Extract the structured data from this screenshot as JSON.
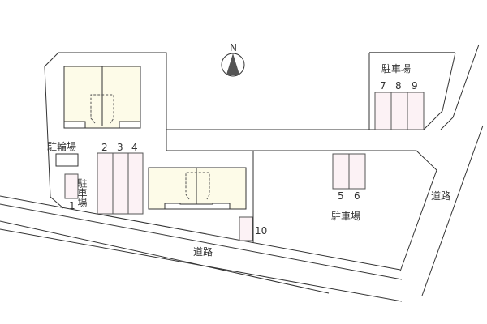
{
  "compass": {
    "label": "N"
  },
  "labels": {
    "bicycle_parking": "駐輪場",
    "parking_left": "駐車場",
    "parking_north": "駐車場",
    "parking_right": "駐車場",
    "road_south": "道路",
    "road_east": "道路"
  },
  "slots": [
    "1",
    "2",
    "3",
    "4",
    "5",
    "6",
    "7",
    "8",
    "9",
    "10"
  ],
  "colors": {
    "building": "#fdfbe8",
    "slot": "#fcf2f5",
    "line": "#333333"
  }
}
